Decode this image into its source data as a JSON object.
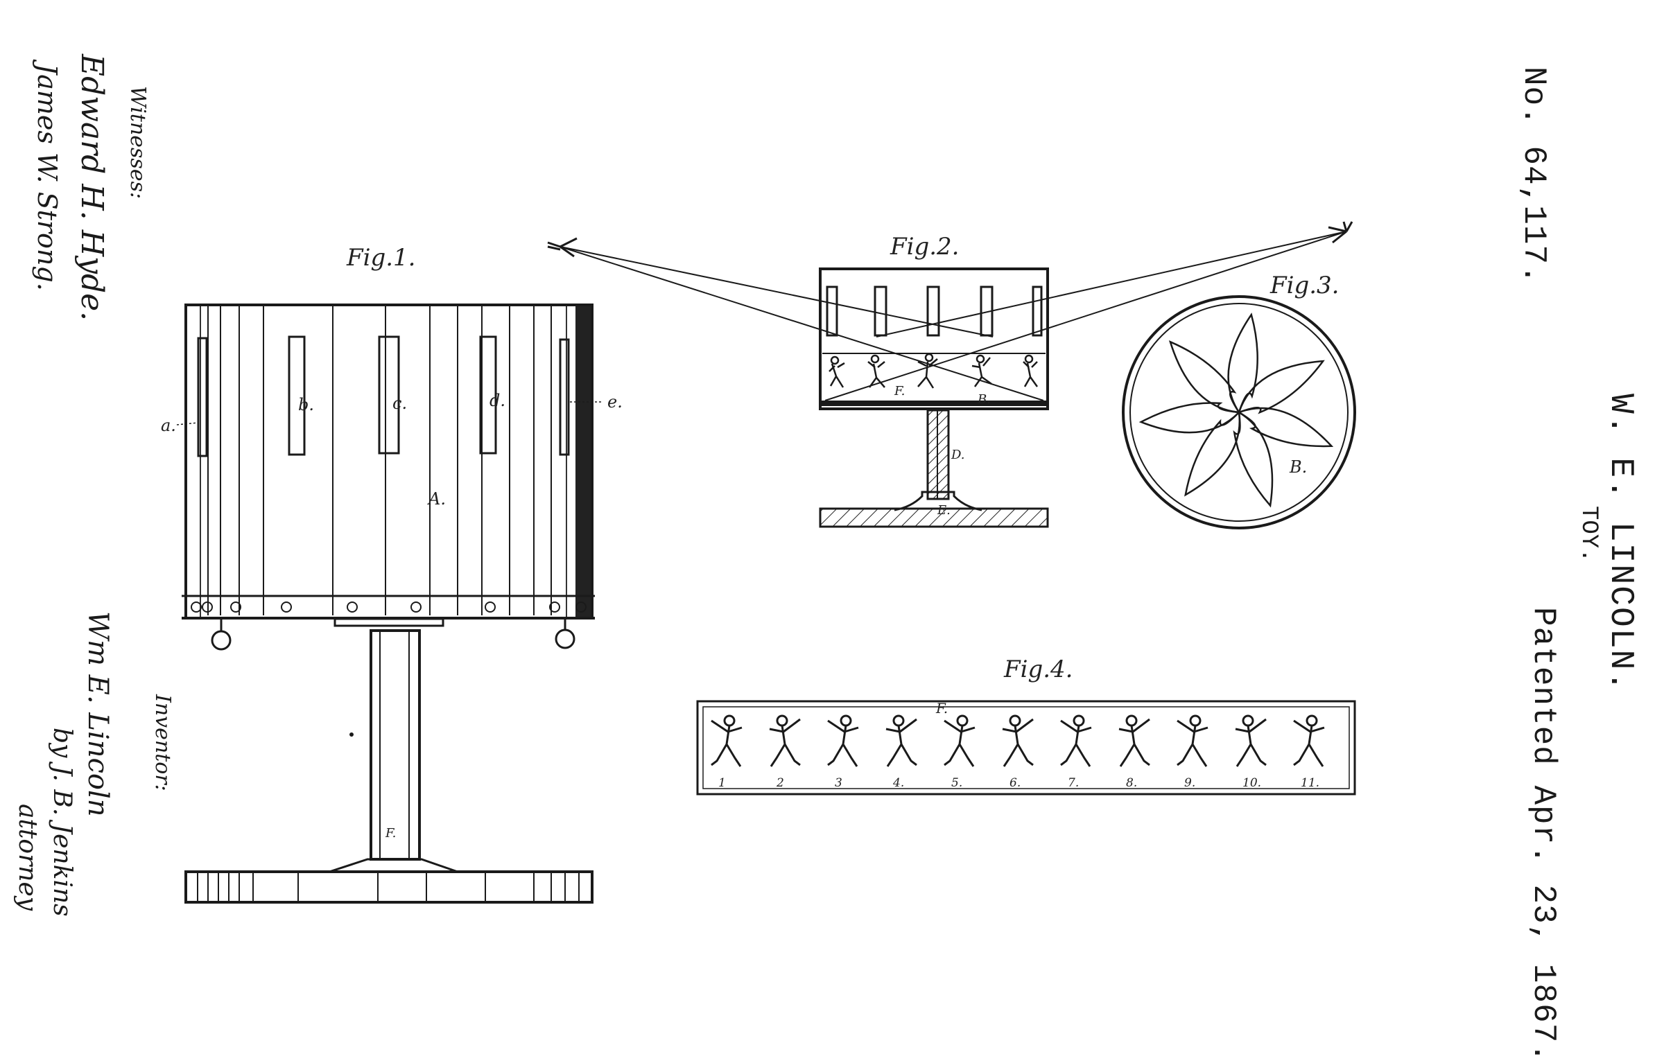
{
  "header": {
    "patent_no": "No. 64,117.",
    "inventor_name": "W. E. LINCOLN.",
    "title": "TOY.",
    "patented": "Patented Apr. 23, 1867."
  },
  "signatures": {
    "witnesses_label": "Witnesses:",
    "witness_1": "Edward H. Hyde.",
    "witness_2": "James W. Strong.",
    "inventor_label": "Inventor:",
    "inventor_signature": "Wm E. Lincoln",
    "by_line": "by J. B. Jenkins",
    "attorney": "attorney"
  },
  "figures": {
    "fig1": "Fig.1.",
    "fig2": "Fig.2.",
    "fig3": "Fig.3.",
    "fig4": "Fig.4."
  },
  "refs": {
    "a": "a.",
    "b": "b.",
    "c": "c.",
    "d": "d.",
    "e": "e.",
    "A": "A.",
    "F": "F.",
    "B": "B.",
    "D": "D.",
    "E": "E."
  },
  "strip_numbers": [
    "1",
    "2",
    "3",
    "4.",
    "5.",
    "6.",
    "7.",
    "8.",
    "9.",
    "10.",
    "11."
  ],
  "colors": {
    "ink": "#1a1a1a",
    "paper": "#ffffff"
  }
}
